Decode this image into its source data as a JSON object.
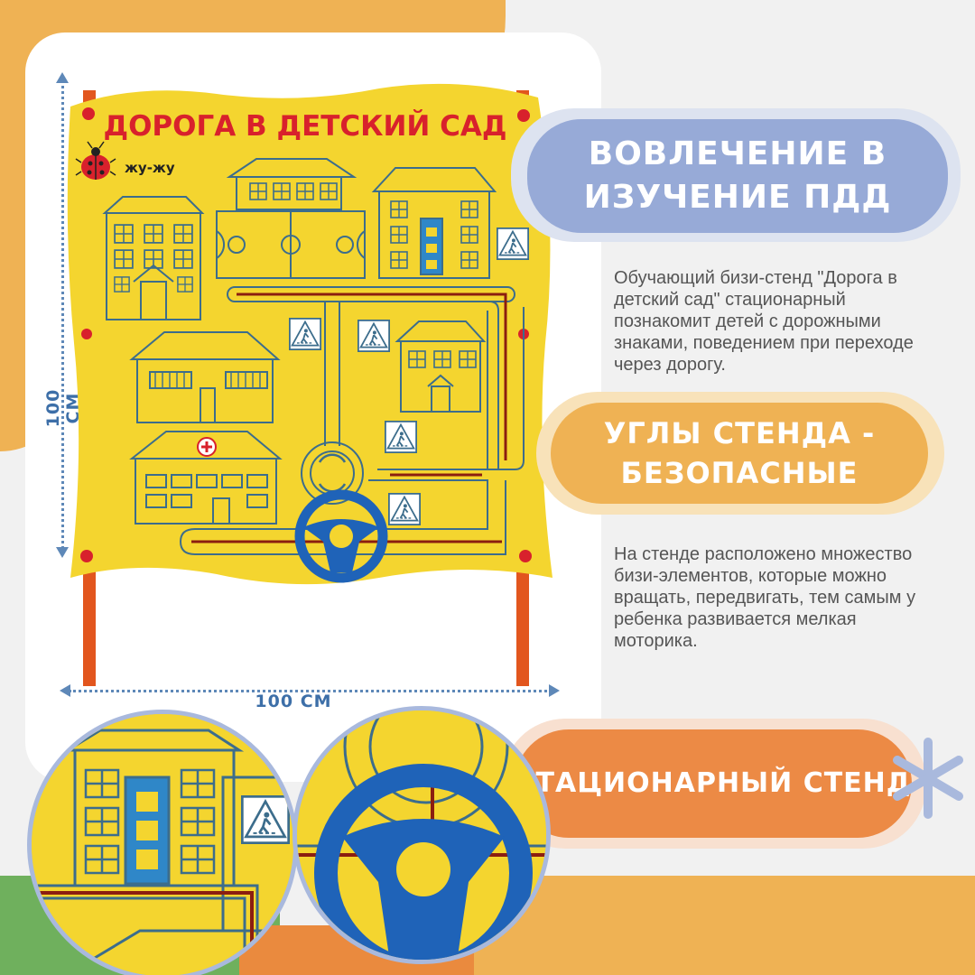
{
  "board": {
    "title": "ДОРОГА В ДЕТСКИЙ САД",
    "brand": "жу-жу"
  },
  "dimensions": {
    "height_label": "100 СМ",
    "width_label": "100 СМ"
  },
  "badges": {
    "top": "ВОВЛЕЧЕНИЕ В ИЗУЧЕНИЕ ПДД",
    "middle": "УГЛЫ СТЕНДА - БЕЗОПАСНЫЕ",
    "bottom": "СТАЦИОНАРНЫЙ СТЕНД"
  },
  "descriptions": {
    "first": "Обучающий бизи-стенд \"Дорога в детский сад\" стационарный познакомит детей с дорожными знаками, поведением при переходе через дорогу.",
    "second": "На стенде расположено множество бизи-элементов, которые можно вращать, передвигать, тем самым у ребенка развивается мелкая моторика."
  },
  "colors": {
    "blue_badge": "#97aad7",
    "yellow_badge": "#efb254",
    "orange_badge": "#ec8a45",
    "board_yellow": "#f4d52f",
    "title_red": "#d8212c",
    "line_teal": "#3c6d8c",
    "wheel_blue": "#1f63b8",
    "post_orange": "#e2561e"
  },
  "icons": {
    "decoration": "asterisk-icon",
    "brand_logo": "ladybug-icon",
    "signs": "pedestrian-crossing-sign-icon",
    "wheel": "steering-wheel-icon",
    "roundabout": "roundabout-icon",
    "hospital": "red-cross-icon"
  }
}
